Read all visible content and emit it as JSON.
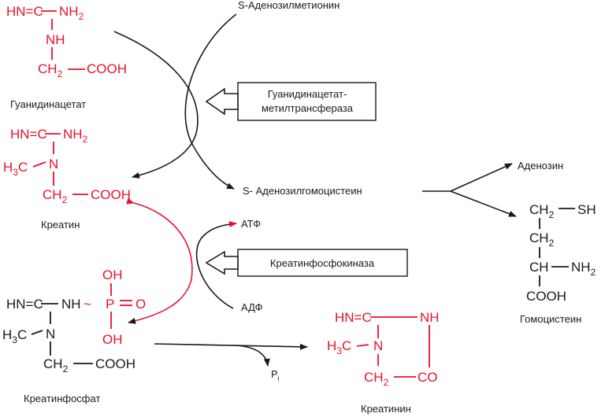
{
  "compounds": {
    "guanidinoacetate": {
      "name": "Гуанидинацетат"
    },
    "creatine": {
      "name": "Креатин"
    },
    "creatine_phosphate": {
      "name": "Креатинфосфат"
    },
    "creatinine": {
      "name": "Креатинин"
    },
    "homocysteine": {
      "name": "Гомоцистеин"
    }
  },
  "reactants": {
    "sam": "S-Аденозилметионин",
    "sah": "S-  Аденозилгомоцистеин",
    "adenosine": "Аденозин",
    "atp": "АТФ",
    "adp": "АДФ",
    "pi": "P",
    "pi_sub": "i"
  },
  "enzymes": {
    "gamt_line1": "Гуанидинацетат-",
    "gamt_line2": "метилтрансфераза",
    "ck": "Креатинфосфокиназа"
  },
  "formula": {
    "hn_eq_c": "HN=C",
    "nh2": "NH",
    "nh": "NH",
    "n": "N",
    "h3c": "H",
    "h3c_sub": "3",
    "h3c_c": "C",
    "ch2": "CH",
    "ch2_sub": "2",
    "cooh": "COOH",
    "oh": "OH",
    "p": "P",
    "o": "O",
    "co": "CO",
    "sh": "SH",
    "ch": "CH",
    "tilde": "~",
    "dash": "—",
    "two": "2"
  },
  "colors": {
    "highlight": "#e8112d",
    "ink": "#1a1a1a"
  }
}
